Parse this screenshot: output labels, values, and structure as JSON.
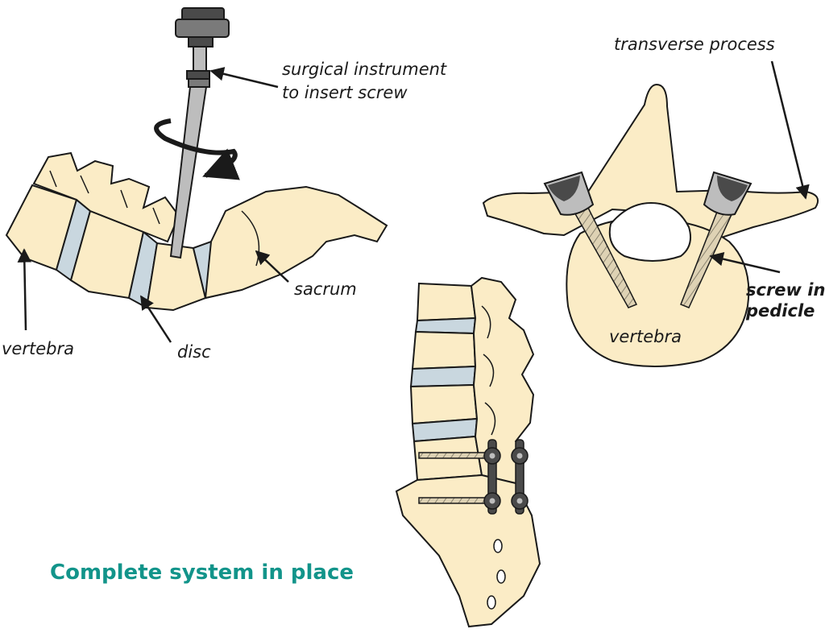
{
  "labels": {
    "instrument_line1": "surgical instrument",
    "instrument_line2": "to insert screw",
    "transverse_process": "transverse process",
    "sacrum": "sacrum",
    "vertebra_left": "vertebra",
    "disc": "disc",
    "vertebra_top_view": "vertebra",
    "screw_line1": "screw in",
    "screw_line2": "pedicle"
  },
  "caption": "Complete system in place",
  "colors": {
    "bone": "#fbecc6",
    "disc": "#c9d7df",
    "outline": "#1a1a1a",
    "metal_dark": "#4a4a4a",
    "metal_light": "#bdbdbd",
    "screw": "#ded2b4",
    "caption": "#12948a"
  }
}
